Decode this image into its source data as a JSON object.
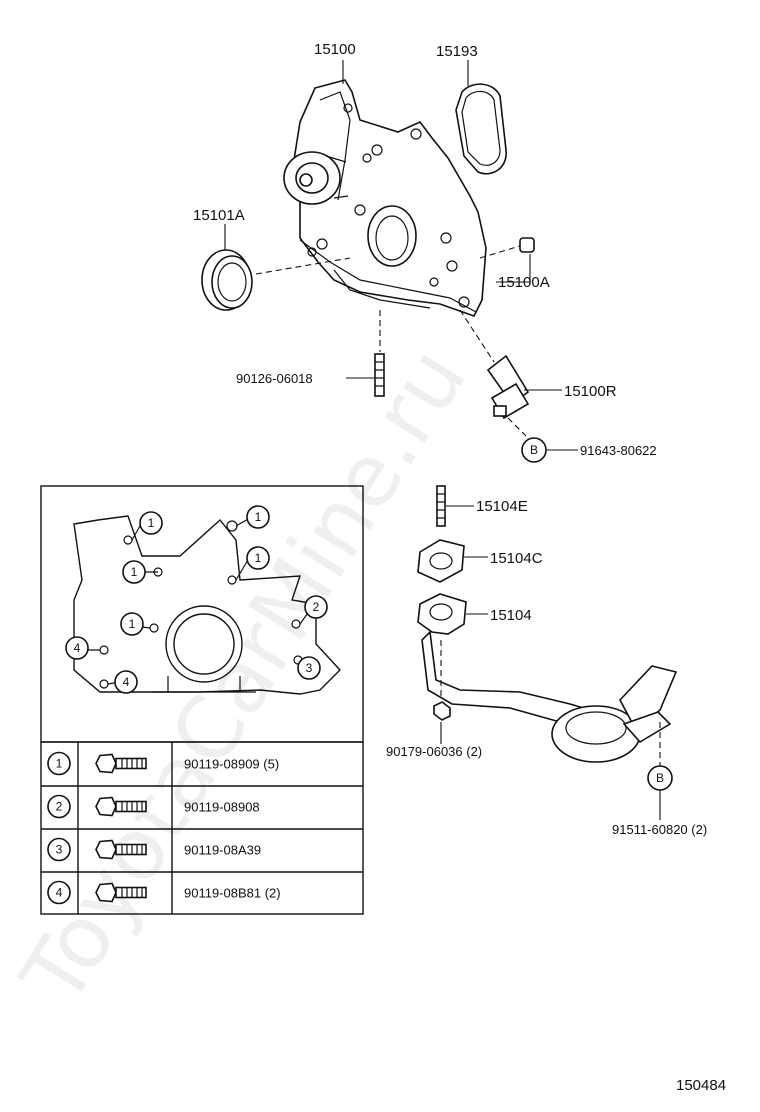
{
  "watermark": "ToyotaCarMine.ru",
  "diagram_id": "150484",
  "parts": {
    "pump": "15100",
    "gasket": "15193",
    "oil_seal": "15101A",
    "pin": "15100A",
    "stud": "90126-06018",
    "sensor": "15100R",
    "sensor_bolt": "91643-80622",
    "strainer_stud": "15104E",
    "strainer_gasket": "15104C",
    "strainer": "15104",
    "nut": "90179-06036 (2)",
    "strainer_bolt": "91511-60820 (2)"
  },
  "callout_letter": "B",
  "bolt_table": [
    {
      "ref": "1",
      "part": "90119-08909 (5)"
    },
    {
      "ref": "2",
      "part": "90119-08908"
    },
    {
      "ref": "3",
      "part": "90119-08A39"
    },
    {
      "ref": "4",
      "part": "90119-08B81 (2)"
    }
  ],
  "inset_refs": [
    "1",
    "1",
    "1",
    "1",
    "1",
    "2",
    "3",
    "4",
    "4"
  ]
}
